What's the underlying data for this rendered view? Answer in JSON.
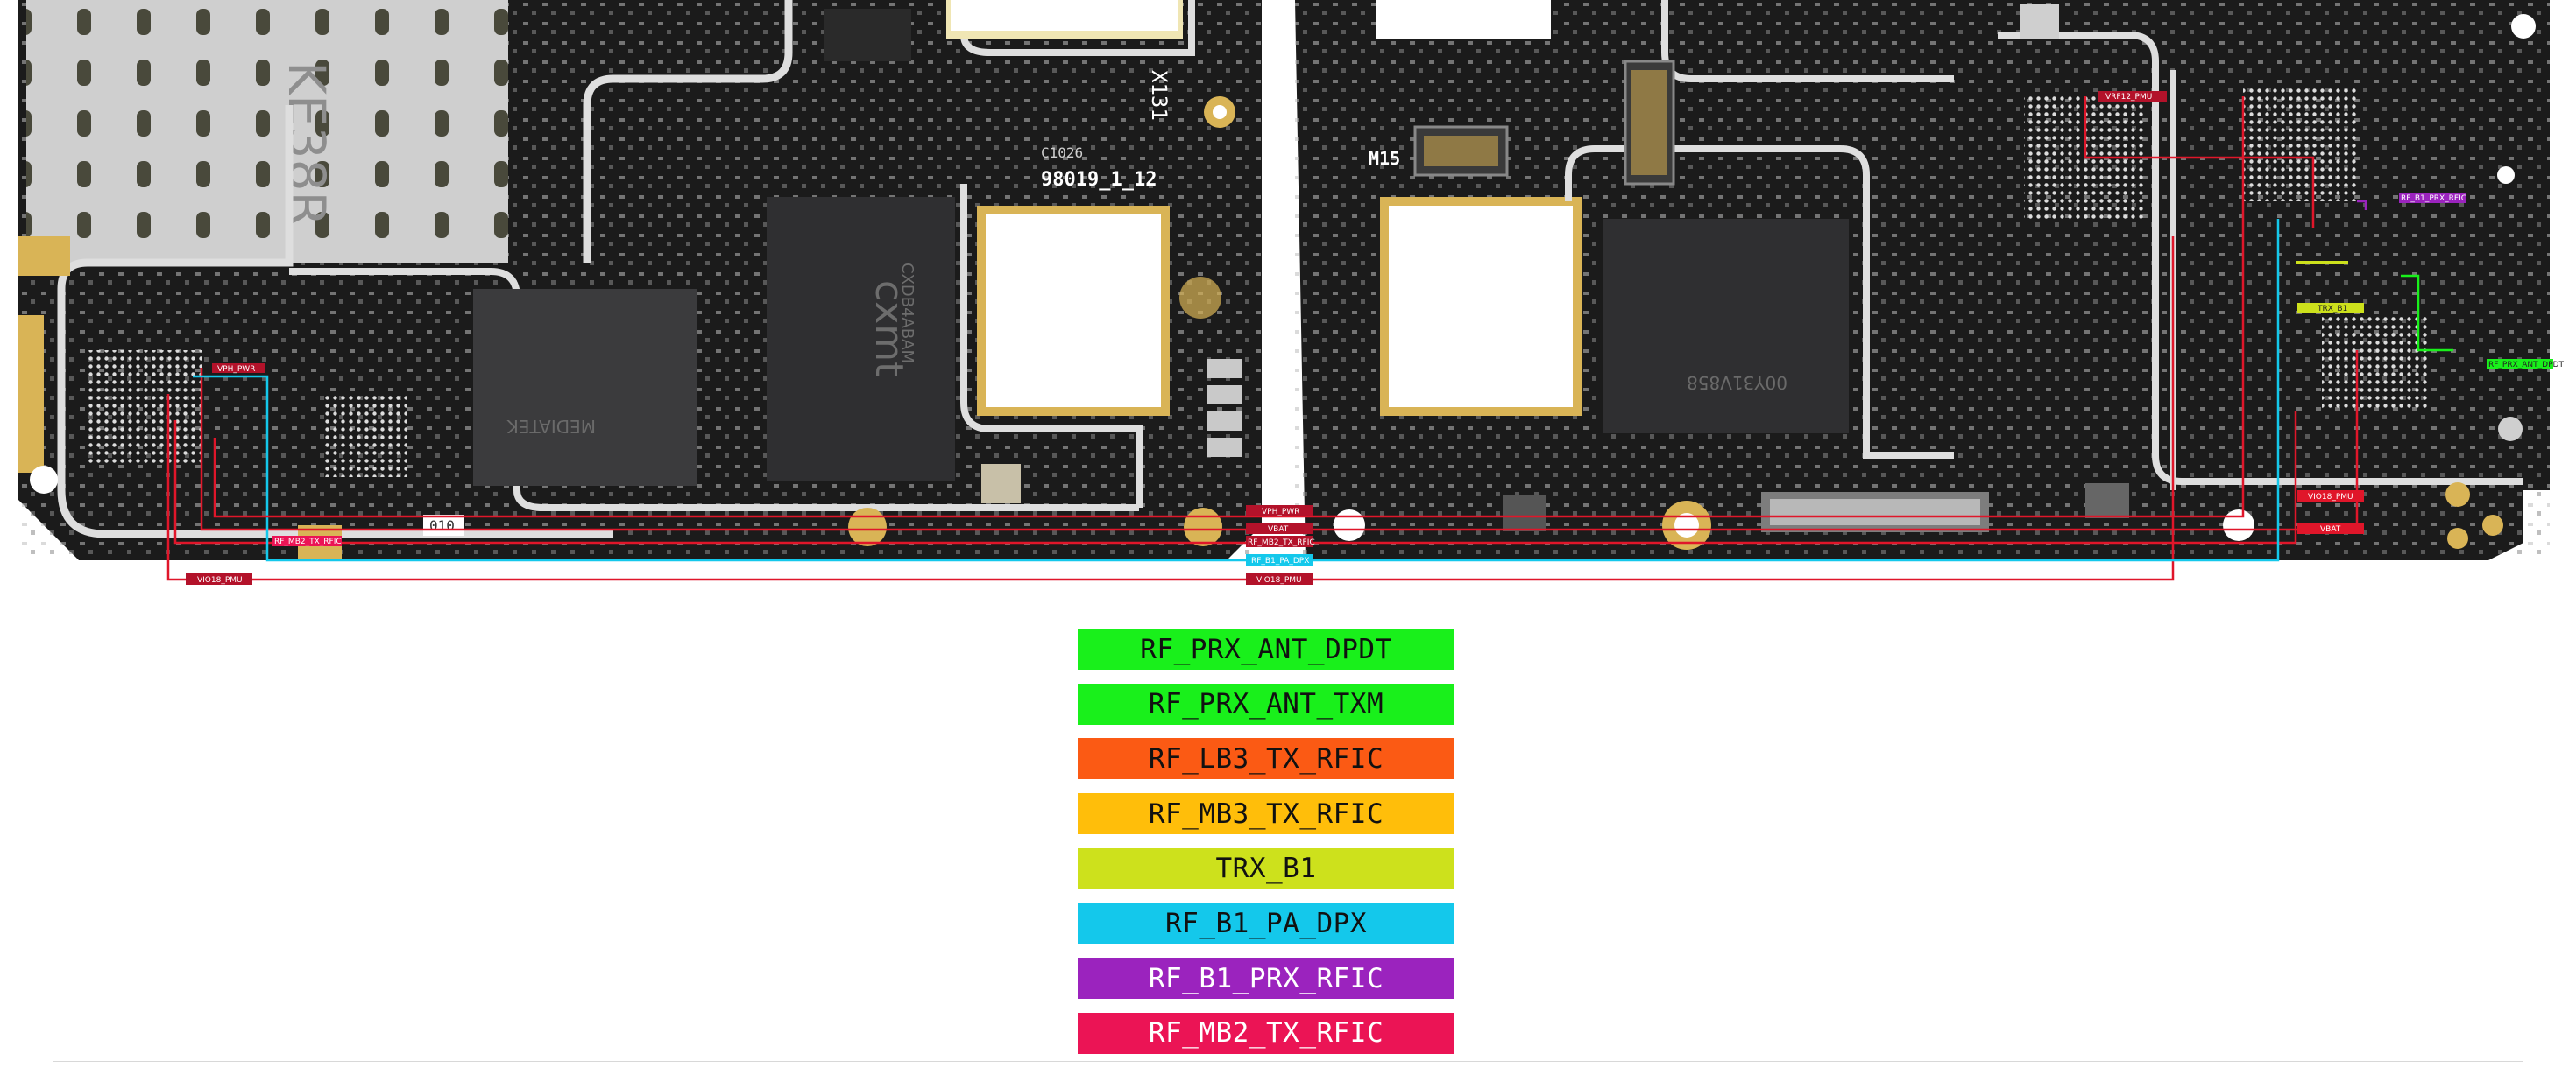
{
  "board_left": {
    "sim_tray_text": "KE38R",
    "pcb_code": "98019_1_12",
    "pcb_marking": "X131",
    "small_ref": "C1026",
    "chip_brand": "cxmt",
    "chip_code_1": "CXDB4ABAM",
    "chip_code_2": "MEDIATEK",
    "tag_010": "010"
  },
  "board_right": {
    "pcb_mark": "M15",
    "chip_code": "00Y31V858"
  },
  "net_labels": {
    "vph_pwr": "VPH_PWR",
    "vbat": "VBAT",
    "rf_mb2_tx_rfic": "RF_MB2_TX_RFIC",
    "rf_b1_pa_dpx": "RF_B1_PA_DPX",
    "vio18_pmu": "VIO18_PMU",
    "vrf12_pmu": "VRF12_PMU",
    "rf_b1_prx_rfic": "RF_B1_PRX_RFIC",
    "trx_b1": "TRX_B1",
    "rf_prx_ant_dpdt": "RF_PRX_ANT_DPDT"
  },
  "legend": [
    {
      "label": "RF_PRX_ANT_DPDT",
      "color": "#19f01b",
      "text": "dark"
    },
    {
      "label": "RF_PRX_ANT_TXM",
      "color": "#19f01b",
      "text": "dark"
    },
    {
      "label": "RF_LB3_TX_RFIC",
      "color": "#fb5a14",
      "text": "dark"
    },
    {
      "label": "RF_MB3_TX_RFIC",
      "color": "#ffbe0a",
      "text": "dark"
    },
    {
      "label": "TRX_B1",
      "color": "#cde11c",
      "text": "dark"
    },
    {
      "label": "RF_B1_PA_DPX",
      "color": "#14c8eb",
      "text": "dark"
    },
    {
      "label": "RF_B1_PRX_RFIC",
      "color": "#9b23be",
      "text": "light"
    },
    {
      "label": "RF_MB2_TX_RFIC",
      "color": "#eb1455",
      "text": "light"
    }
  ],
  "colors": {
    "pcb": "#1c1c1c",
    "trace_red": "#e0162a",
    "trace_cyan": "#14c8eb",
    "gold": "#d9b456",
    "shield": "#e9e9e9"
  }
}
